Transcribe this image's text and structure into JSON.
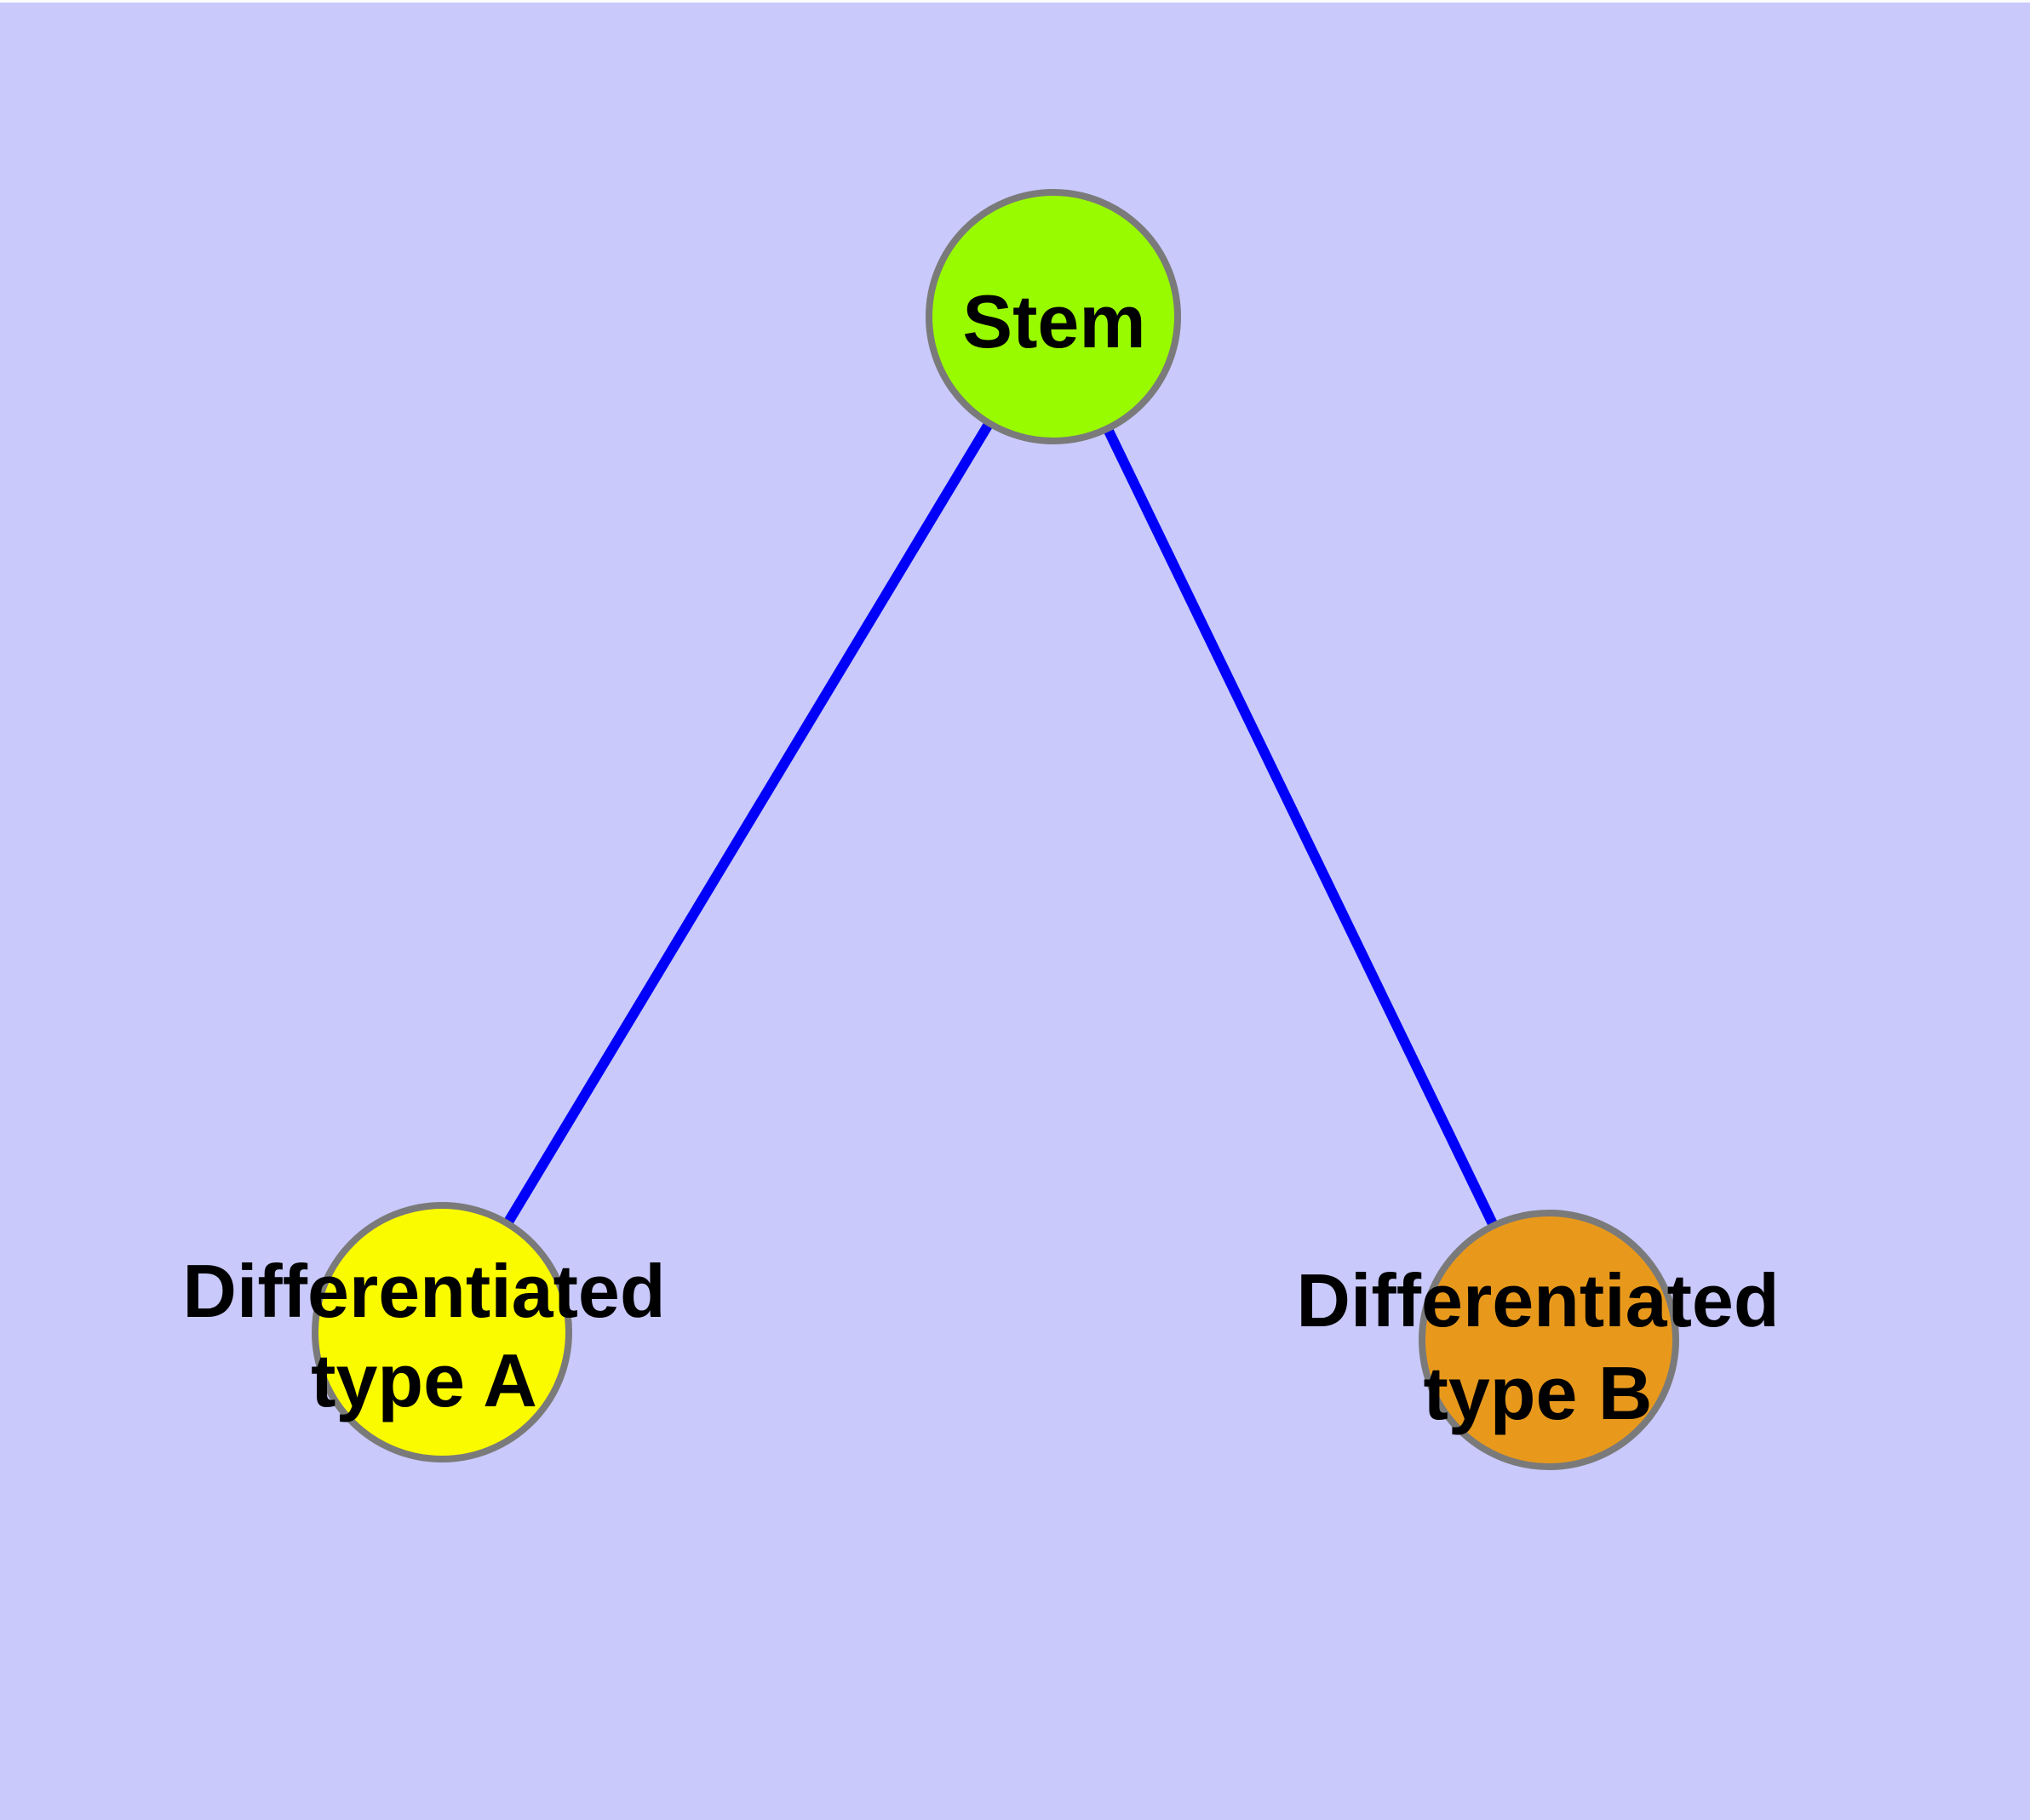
{
  "canvas": {
    "background_color": "#C9C9FB",
    "edge_color": "#0000FA",
    "node_border_color": "#7A7A7A",
    "label_color": "#000000"
  },
  "nodes": {
    "stem": {
      "label": "Stem",
      "fill": "#99FB00"
    },
    "type_a": {
      "label_line1": "Differentiated",
      "label_line2": "type A",
      "fill": "#FBFB00"
    },
    "type_b": {
      "label_line1": "Differentiated",
      "label_line2": "type B",
      "fill": "#E8991C"
    }
  },
  "edges": [
    {
      "from": "Stem",
      "to": "Differentiated type A"
    },
    {
      "from": "Stem",
      "to": "Differentiated type B"
    }
  ]
}
